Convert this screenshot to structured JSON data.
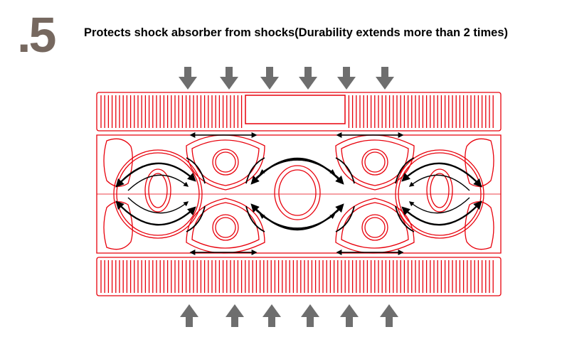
{
  "step": {
    "number": ".5",
    "number_color": "#76685f"
  },
  "headline": "Protects shock absorber from shocks(Durability extends more than 2 times)",
  "diagram": {
    "part_color": "#e8000b",
    "arrow_color": "#6e6e6e",
    "flow_color": "#000000",
    "top_force_arrows": 6,
    "bottom_force_arrows": 6
  }
}
